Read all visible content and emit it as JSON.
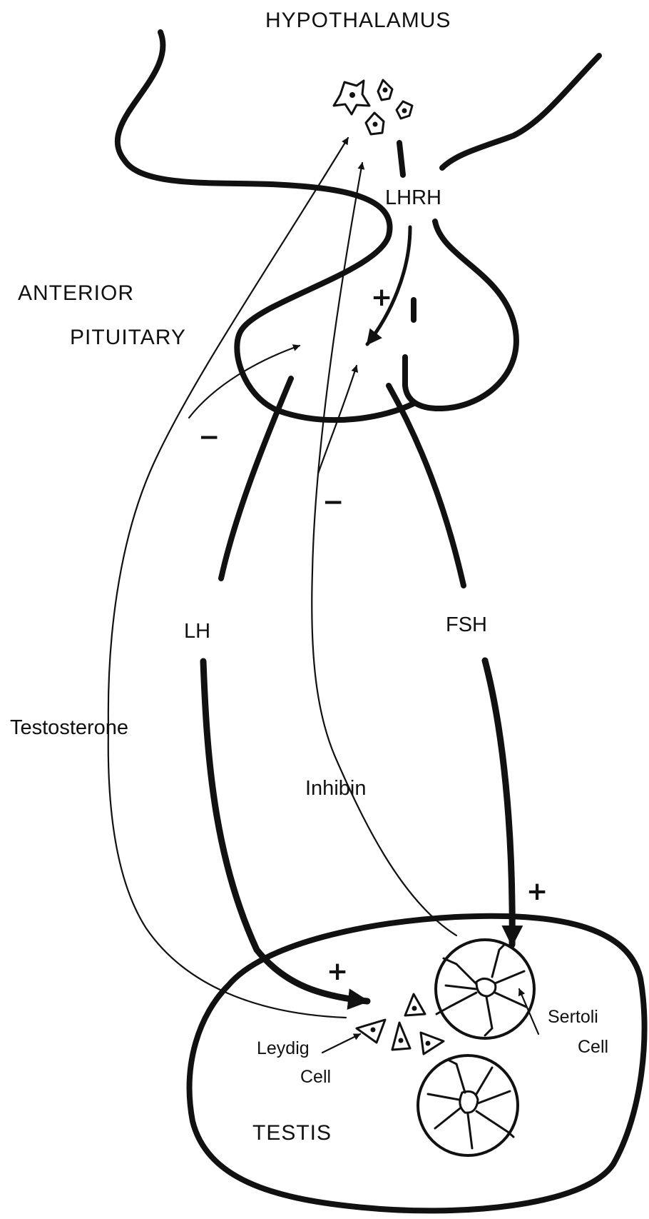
{
  "labels": {
    "hypothalamus": "HYPOTHALAMUS",
    "anterior": "ANTERIOR",
    "pituitary": "PITUITARY",
    "lhrh": "LHRH",
    "lh": "LH",
    "fsh": "FSH",
    "testosterone": "Testosterone",
    "inhibin": "Inhibin",
    "testis": "TESTIS",
    "leydig_line1": "Leydig",
    "leydig_line2": "Cell",
    "sertoli_line1": "Sertoli",
    "sertoli_line2": "Cell"
  },
  "signs": {
    "lhrh_stimulation": "+",
    "testosterone_feedback": "−",
    "inhibin_feedback": "−",
    "fsh_stimulation": "+",
    "lh_stimulation": "+"
  },
  "colors": {
    "ink": "#111111",
    "background": "#ffffff"
  }
}
